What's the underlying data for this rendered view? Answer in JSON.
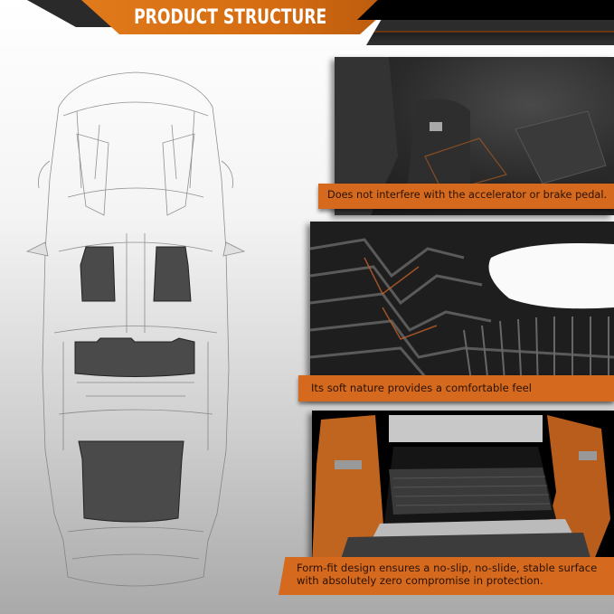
{
  "header": {
    "title": "PRODUCT STRUCTURE",
    "accent_color": "#d56c12"
  },
  "illustration": {
    "description": "Wireframe top view of car with floor mats highlighted",
    "parts": [
      "front-left-mat",
      "front-right-mat",
      "second-row-mat",
      "cargo-mat"
    ]
  },
  "features": [
    {
      "image": "accelerator-brake-pedal-area",
      "caption": "Does not interfere with the accelerator or brake pedal."
    },
    {
      "image": "mat-texture-closeup",
      "caption": "Its soft nature provides a comfortable feel"
    },
    {
      "image": "cargo-trunk-mat",
      "caption_line1": "Form-fit design ensures a no-slip, no-slide, stable surface",
      "caption_line2": "with absolutely zero compromise in protection."
    }
  ],
  "colors": {
    "caption_bg": "#d5691d",
    "caption_text": "#2a1206",
    "mat_color": "#4a4a4a"
  }
}
